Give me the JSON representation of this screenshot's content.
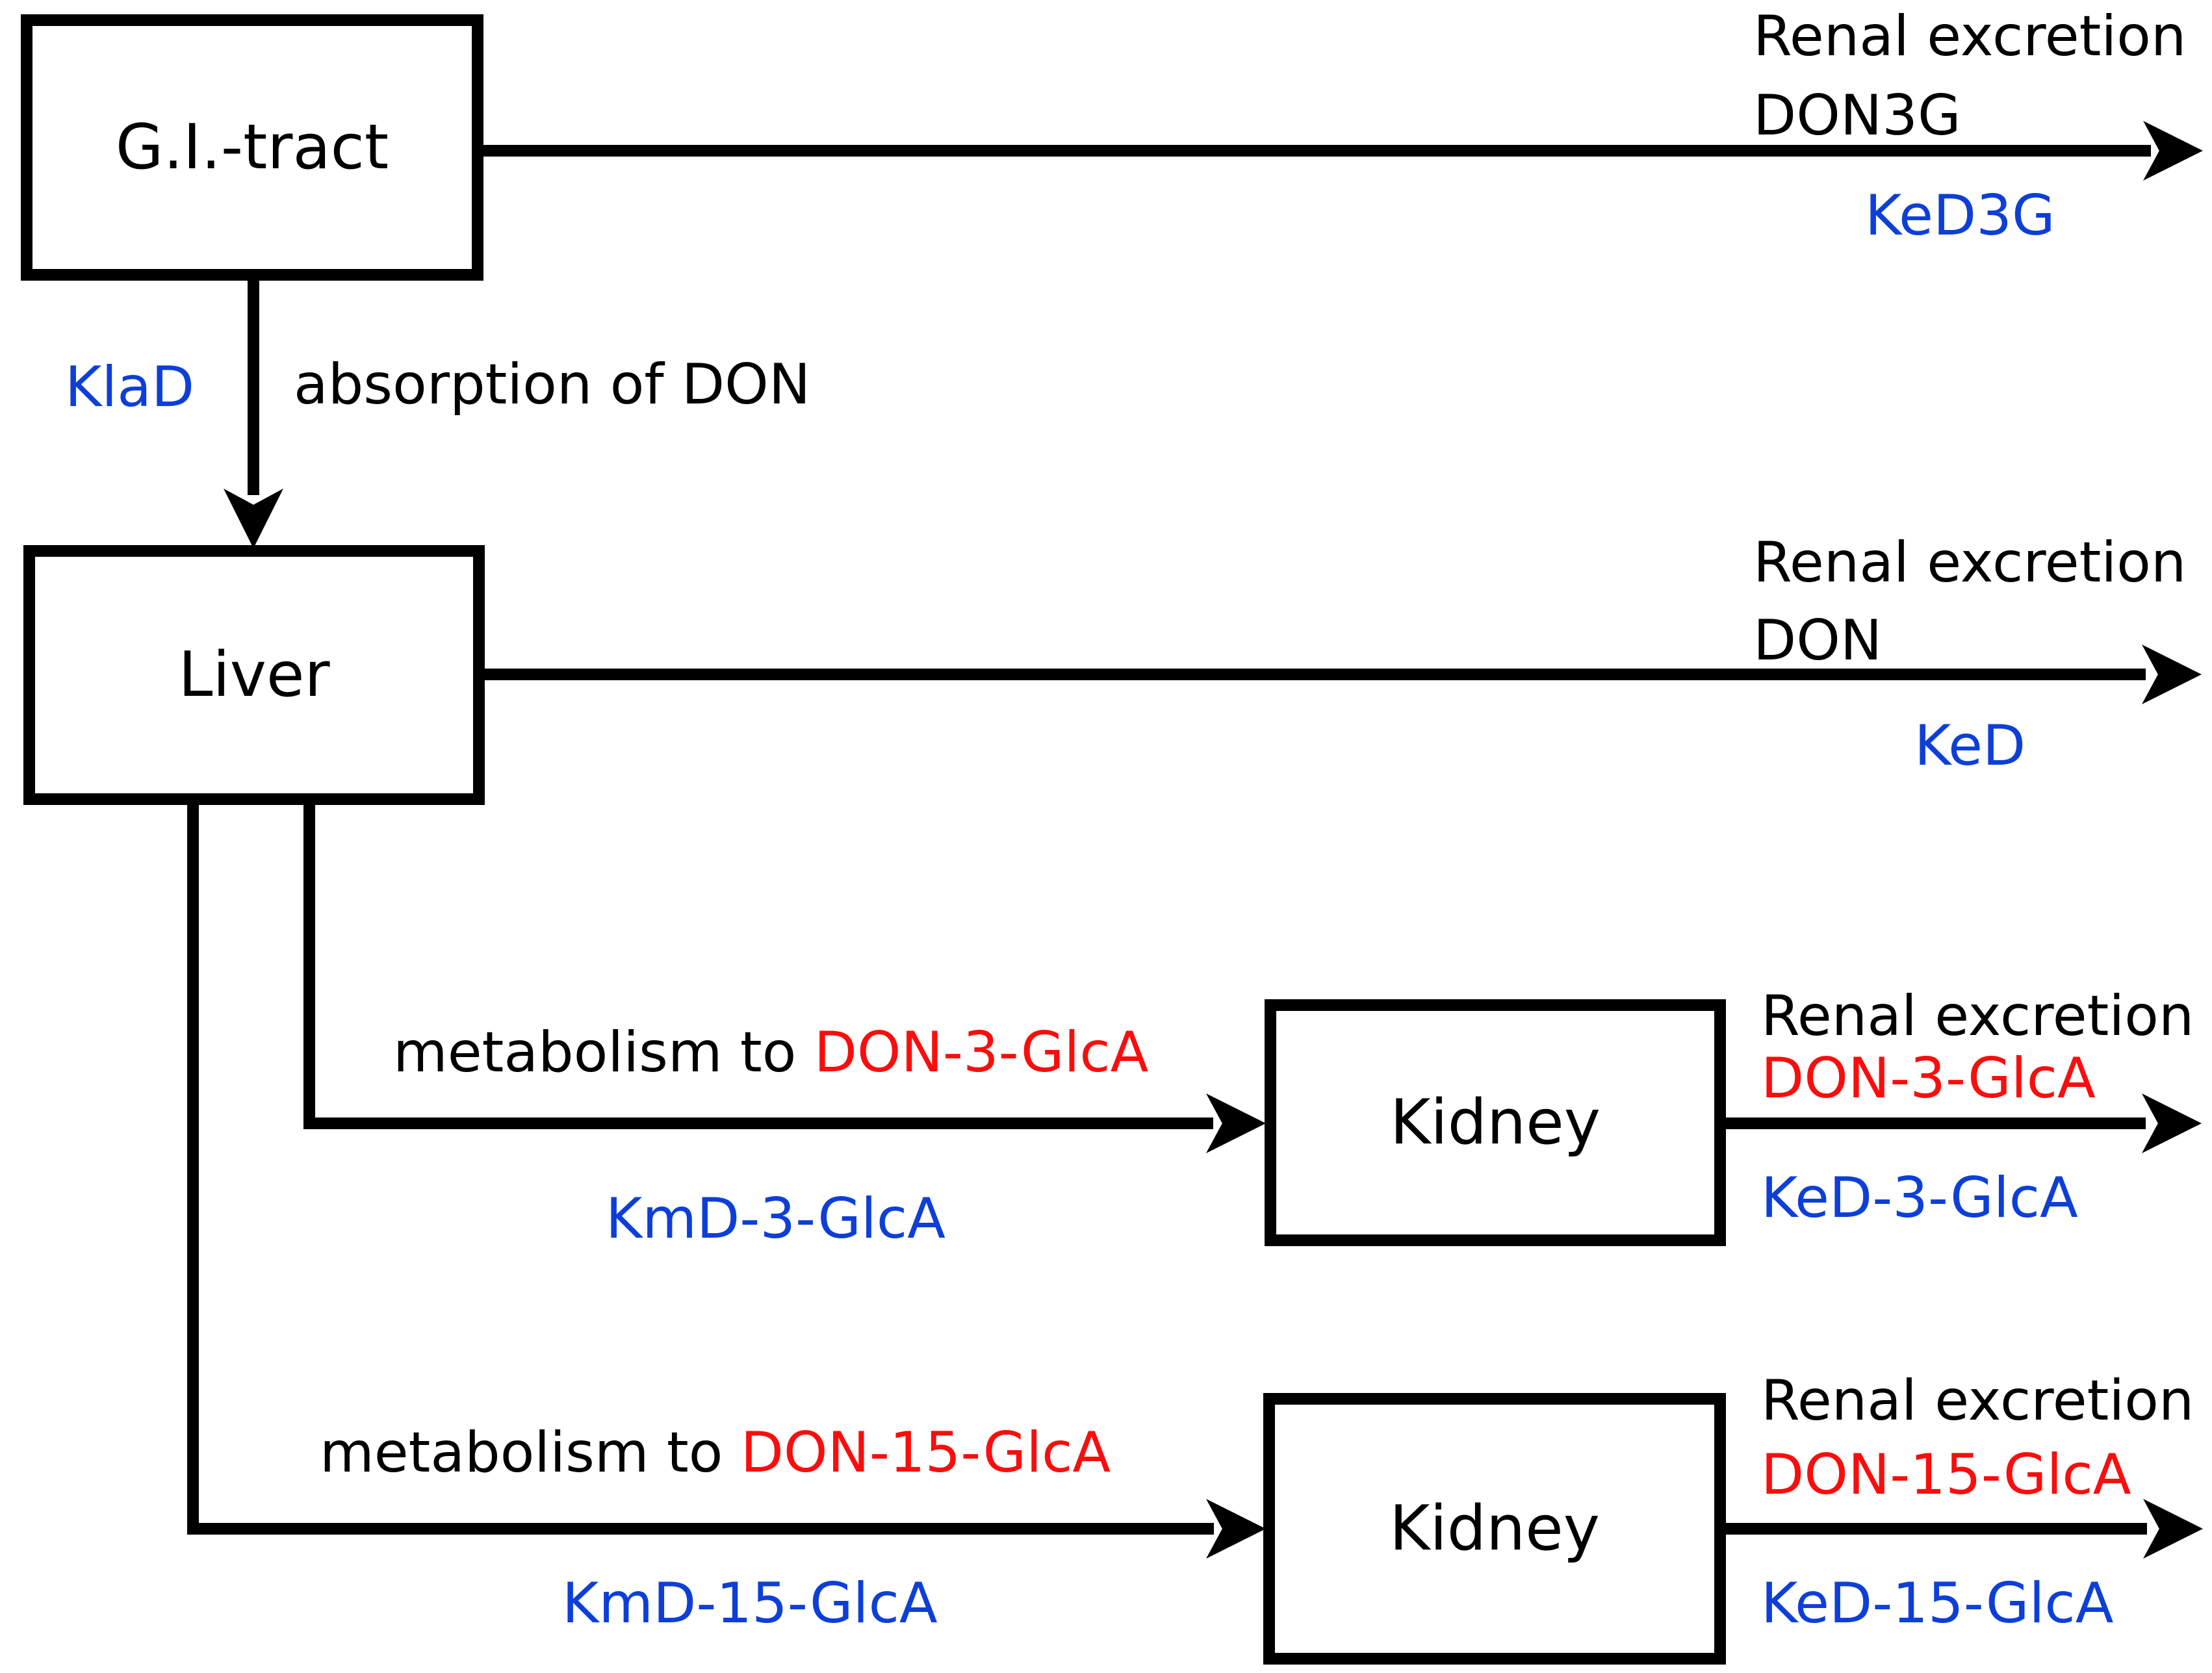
{
  "colors": {
    "line": "#000000",
    "rate_blue": "#0d3fd8",
    "metabolite_red": "#fb0d0d",
    "background": "#ffffff"
  },
  "boxes": {
    "gi_tract": {
      "label": "G.I.-tract"
    },
    "liver": {
      "label": "Liver"
    },
    "kidney_top": {
      "label": "Kidney"
    },
    "kidney_bottom": {
      "label": "Kidney"
    }
  },
  "flows": {
    "gi_renal": {
      "line1": "Renal excretion",
      "line2": "DON3G",
      "rate": "KeD3G"
    },
    "gi_to_liver": {
      "rate": "KlaD",
      "label": "absorption of DON"
    },
    "liver_renal": {
      "line1": "Renal excretion",
      "line2": "DON",
      "rate": "KeD"
    },
    "liver_to_kidney_3glca": {
      "prefix": "metabolism to ",
      "product": "DON-3-GlcA",
      "rate": "KmD-3-GlcA"
    },
    "kidney_renal_3glca": {
      "line1": "Renal excretion",
      "product": "DON-3-GlcA",
      "rate": "KeD-3-GlcA"
    },
    "liver_to_kidney_15glca": {
      "prefix": "metabolism to ",
      "product": "DON-15-GlcA",
      "rate": "KmD-15-GlcA"
    },
    "kidney_renal_15glca": {
      "line1": "Renal excretion",
      "product": "DON-15-GlcA",
      "rate": "KeD-15-GlcA"
    }
  }
}
